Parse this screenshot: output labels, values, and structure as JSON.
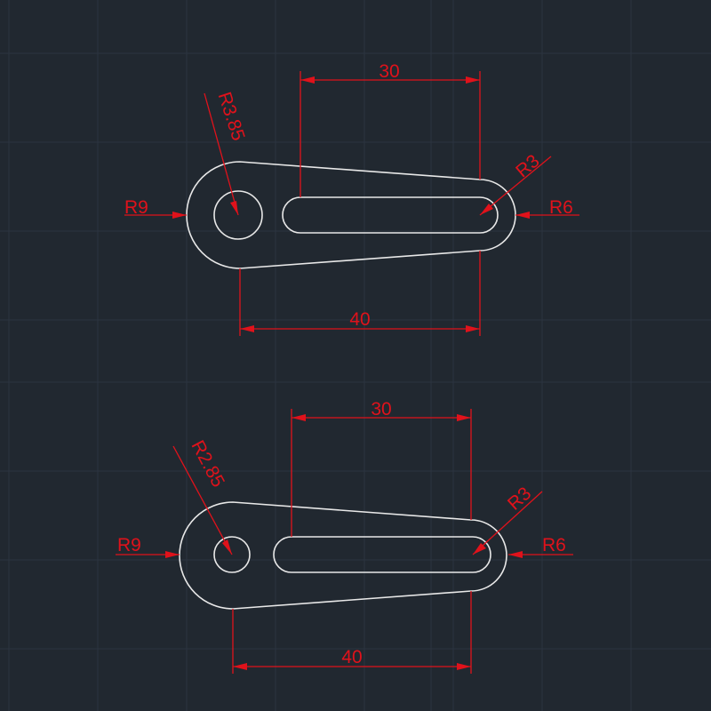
{
  "drawing_1": {
    "top_width": "30",
    "bottom_width": "40",
    "left_radius": "R9",
    "right_radius": "R6",
    "slot_radius": "R3",
    "hole_radius": "R3.85"
  },
  "drawing_2": {
    "top_width": "30",
    "bottom_width": "40",
    "left_radius": "R9",
    "right_radius": "R6",
    "slot_radius": "R3",
    "hole_radius": "R2.85"
  },
  "colors": {
    "background": "#212830",
    "grid": "#2c3440",
    "geometry": "#e8e8e8",
    "dimensions": "#e0121b"
  }
}
